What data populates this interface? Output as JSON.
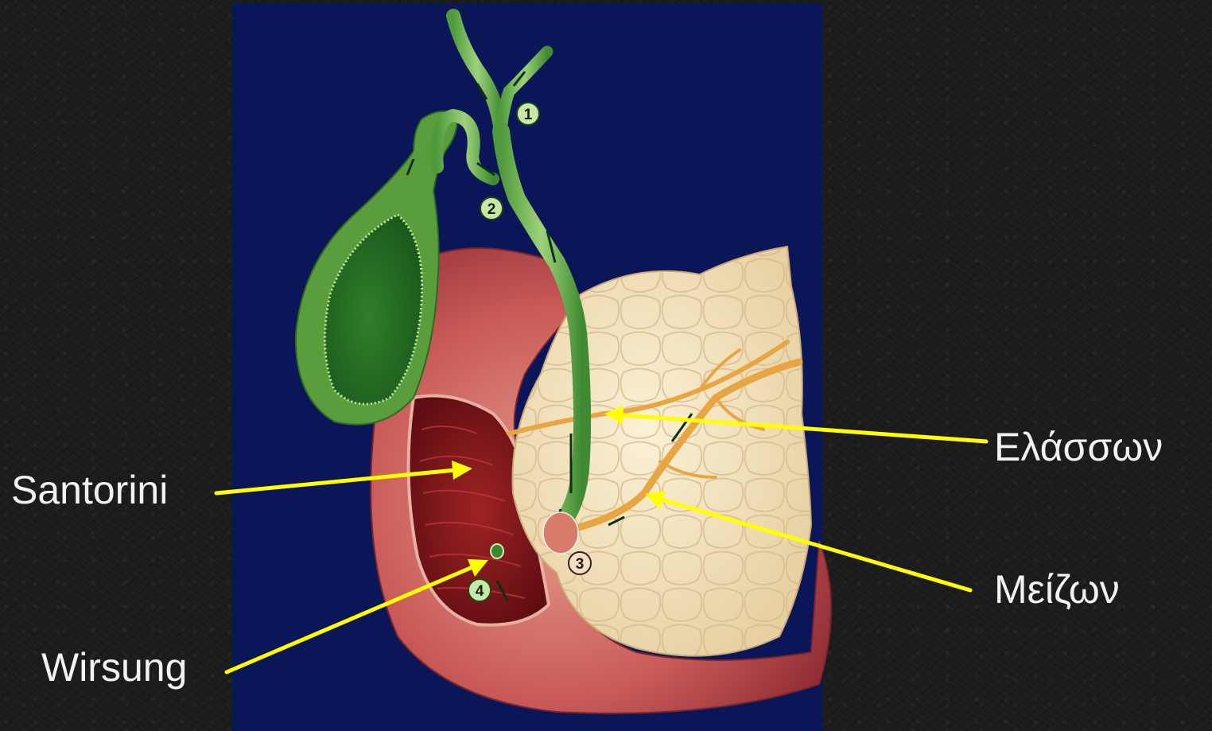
{
  "labels": {
    "santorini": "Santorini",
    "wirsung": "Wirsung",
    "elasson": "Ελάσσων",
    "meizon": "Μείζων"
  },
  "markers": [
    "1",
    "2",
    "3",
    "4"
  ],
  "colors": {
    "background": "#1c1c1c",
    "panel": "#0a1657",
    "arrow": "#ffff00",
    "label_text": "#f2f2f2"
  }
}
